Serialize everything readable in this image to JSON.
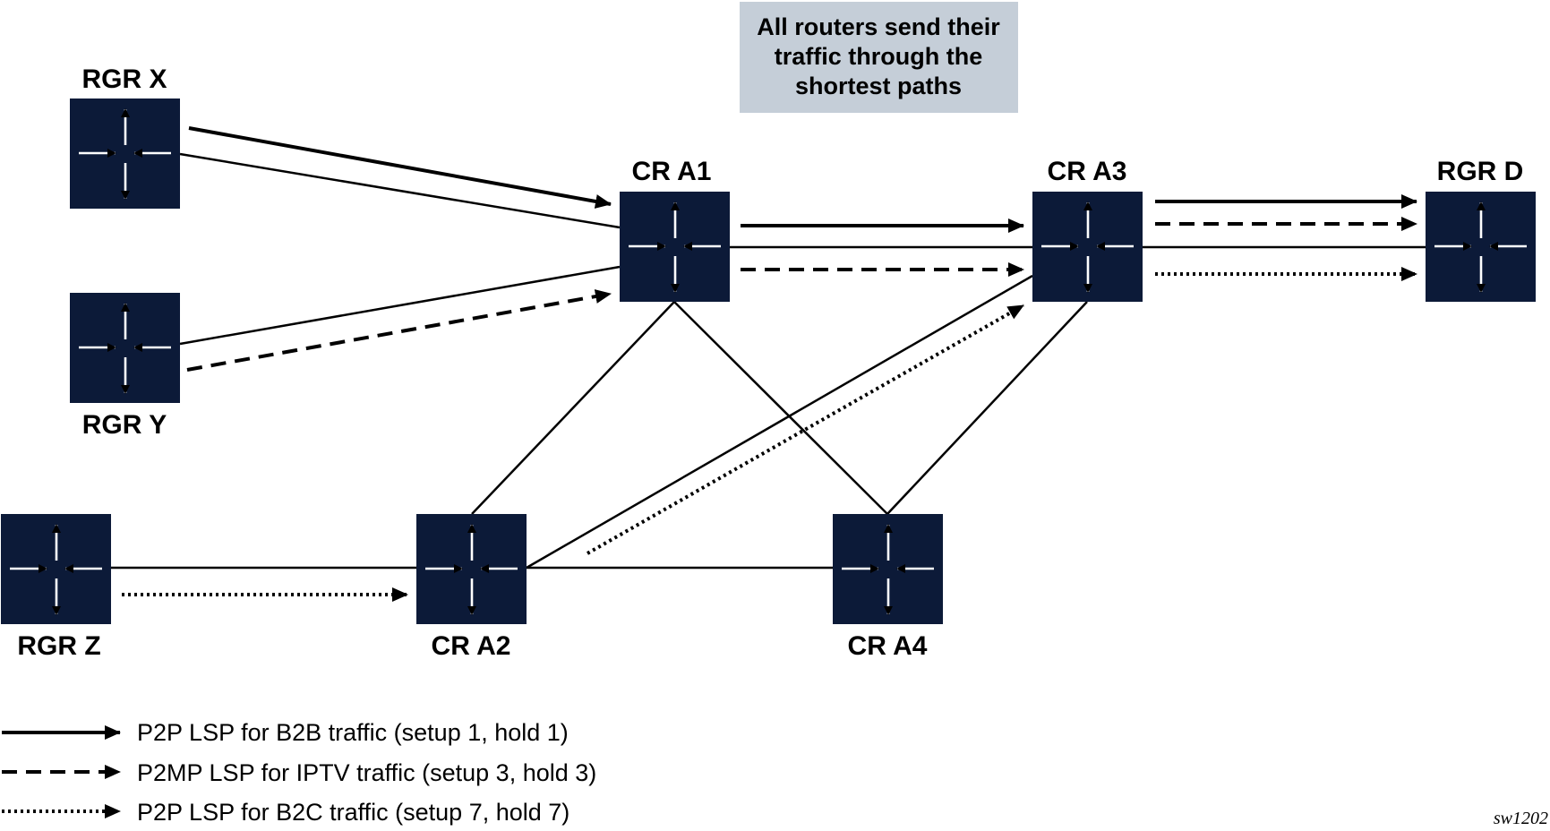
{
  "colors": {
    "router_fill": "#0c1a38",
    "router_symbol": "#ffffff",
    "note_fill": "#c5ced8",
    "line": "#000000"
  },
  "note": {
    "lines": [
      "All routers send their",
      "traffic through the",
      "shortest paths"
    ]
  },
  "routers": [
    {
      "id": "rgr-x",
      "label": "RGR X",
      "icon": "router-icon"
    },
    {
      "id": "rgr-y",
      "label": "RGR Y",
      "icon": "router-icon"
    },
    {
      "id": "rgr-z",
      "label": "RGR Z",
      "icon": "router-icon"
    },
    {
      "id": "cr-a1",
      "label": "CR A1",
      "icon": "router-icon"
    },
    {
      "id": "cr-a2",
      "label": "CR A2",
      "icon": "router-icon"
    },
    {
      "id": "cr-a3",
      "label": "CR A3",
      "icon": "router-icon"
    },
    {
      "id": "cr-a4",
      "label": "CR A4",
      "icon": "router-icon"
    },
    {
      "id": "rgr-d",
      "label": "RGR D",
      "icon": "router-icon"
    }
  ],
  "links": [
    [
      "rgr-x",
      "cr-a1"
    ],
    [
      "rgr-y",
      "cr-a1"
    ],
    [
      "rgr-z",
      "cr-a2"
    ],
    [
      "cr-a1",
      "cr-a3"
    ],
    [
      "cr-a3",
      "rgr-d"
    ],
    [
      "cr-a1",
      "cr-a2"
    ],
    [
      "cr-a1",
      "cr-a4"
    ],
    [
      "cr-a2",
      "cr-a3"
    ],
    [
      "cr-a2",
      "cr-a4"
    ],
    [
      "cr-a3",
      "cr-a4"
    ]
  ],
  "lsps": [
    {
      "style": "solid",
      "from": "rgr-x",
      "to": "cr-a1"
    },
    {
      "style": "solid",
      "from": "cr-a1",
      "to": "cr-a3"
    },
    {
      "style": "solid",
      "from": "cr-a3",
      "to": "rgr-d"
    },
    {
      "style": "dashed",
      "from": "rgr-y",
      "to": "cr-a1"
    },
    {
      "style": "dashed",
      "from": "cr-a1",
      "to": "cr-a3"
    },
    {
      "style": "dashed",
      "from": "cr-a3",
      "to": "rgr-d"
    },
    {
      "style": "dotted",
      "from": "rgr-z",
      "to": "cr-a2"
    },
    {
      "style": "dotted",
      "from": "cr-a2",
      "to": "cr-a3"
    },
    {
      "style": "dotted",
      "from": "cr-a3",
      "to": "rgr-d"
    }
  ],
  "legend": [
    {
      "style": "solid",
      "label": "P2P LSP for B2B traffic (setup 1, hold 1)"
    },
    {
      "style": "dashed",
      "label": "P2MP LSP for IPTV traffic (setup 3, hold 3)"
    },
    {
      "style": "dotted",
      "label": "P2P LSP for B2C traffic (setup 7, hold 7)"
    }
  ],
  "figure_id": "sw1202"
}
